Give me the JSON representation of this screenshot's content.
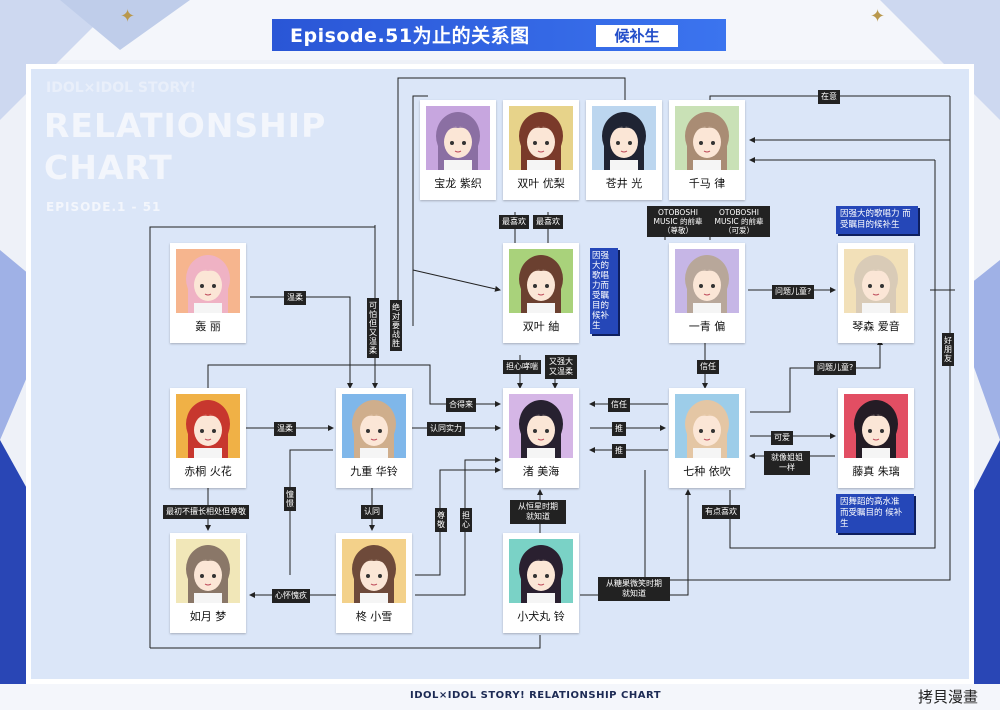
{
  "banner": {
    "title": "Episode.51为止的关系图",
    "tag": "候补生"
  },
  "heading": {
    "line1": "IDOL×IDOL STORY!",
    "line2": "RELATIONSHIP",
    "line3": "CHART",
    "line4": "EPISODE.1 - 51"
  },
  "footer": {
    "text": "IDOL×IDOL STORY! RELATIONSHIP CHART"
  },
  "watermark": "拷貝漫畫",
  "characters": {
    "c1": {
      "name": "宝龙 紫织",
      "color": "#8b6fa3",
      "bg": "#c7a6df"
    },
    "c2": {
      "name": "双叶 优梨",
      "color": "#7a3a2a",
      "bg": "#e7d38a"
    },
    "c3": {
      "name": "苍井 光",
      "color": "#1f2433",
      "bg": "#bcd6ef"
    },
    "c4": {
      "name": "千马 律",
      "color": "#a98c74",
      "bg": "#c9e1b6"
    },
    "c5": {
      "name": "双叶 紬",
      "color": "#6b4030",
      "bg": "#a9d27b"
    },
    "c6": {
      "name": "一青 偏",
      "color": "#b8a79a",
      "bg": "#c6b6e6"
    },
    "c7": {
      "name": "琴森 爱音",
      "color": "#d9cbb7",
      "bg": "#f2e0b8"
    },
    "c8": {
      "name": "轰 丽",
      "color": "#efb2c4",
      "bg": "#f6b58e"
    },
    "c9": {
      "name": "九重 华铃",
      "color": "#cfae8c",
      "bg": "#7fb7ea"
    },
    "c10": {
      "name": "渚 美海",
      "color": "#272130",
      "bg": "#d5b6e6"
    },
    "c11": {
      "name": "七种 依吹",
      "color": "#e4c6a4",
      "bg": "#9dcde9"
    },
    "c12": {
      "name": "藤真 朱璃",
      "color": "#241c25",
      "bg": "#e24e63"
    },
    "c13": {
      "name": "赤桐 火花",
      "color": "#c7372e",
      "bg": "#f0b146"
    },
    "c14": {
      "name": "如月 梦",
      "color": "#8a7768",
      "bg": "#f1e7b8"
    },
    "c15": {
      "name": "柊 小雪",
      "color": "#6e4a3a",
      "bg": "#f3d18a"
    },
    "c16": {
      "name": "小犬丸 铃",
      "color": "#2a2030",
      "bg": "#7ad2c6"
    }
  },
  "labels": {
    "zaiyi": "在意",
    "zuixihuan1": "最喜欢",
    "zuixihuan2": "最喜欢",
    "otoboshi1": "OTOBOSHI MUSIC 的前辈 （尊敬）",
    "otoboshi2": "OTOBOSHI MUSIC 的前辈 （可爱）",
    "wentierTong1": "问题儿童?",
    "wentierTong2": "问题儿童?",
    "haopengyou": "好朋友",
    "wenrou1": "温柔",
    "kepa": "可怕但又温柔",
    "juedui": "绝对要战胜",
    "danxin": "担心哮喘",
    "youqiang": "又强大 又温柔",
    "xinren1": "信任",
    "xinren2": "信任",
    "hedelai": "合得来",
    "wenrou2": "温柔",
    "rentong": "认同实力",
    "tui1": "推",
    "tui2": "推",
    "kehai": "可爱",
    "jiejie": "就像姐姐 一样",
    "zuichu": "最初不擅长相处但尊敬",
    "chanhui": "憧憬",
    "renke": "认同",
    "zunjing": "尊敬",
    "dan": "担心",
    "conghenxiao": "从恒星时期 就知道",
    "youdian": "有点喜欢",
    "xinhuai": "心怀愧疚",
    "congtang": "从糖果微笑时期 就知道"
  },
  "notes": {
    "n1": "因强大的歌唱力而受瞩目的候补生",
    "n2": "因强大的歌唱力 而受瞩目的候补生",
    "n3": "因舞蹈的高水准 而受瞩目的 候补生"
  }
}
